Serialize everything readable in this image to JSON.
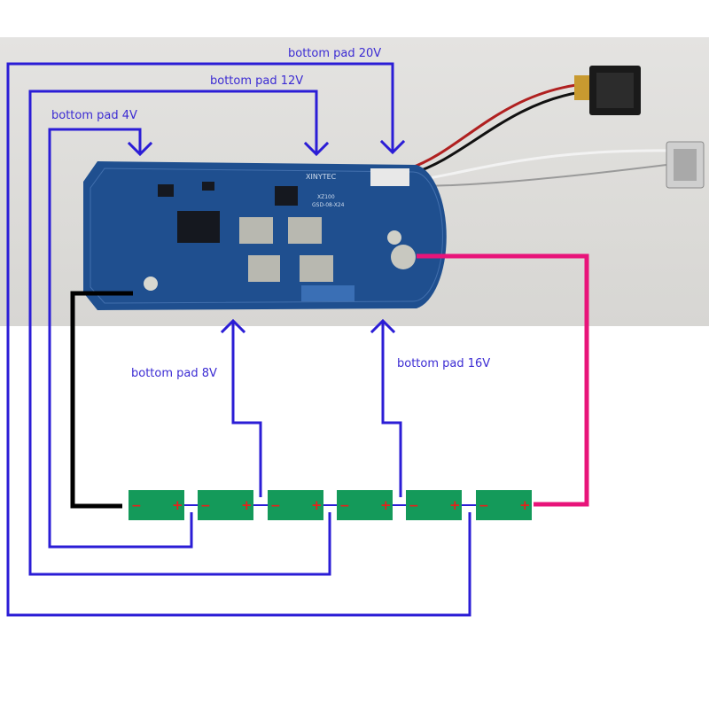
{
  "labels": {
    "pad_20v": "bottom pad 20V",
    "pad_12v": "bottom pad 12V",
    "pad_4v": "bottom pad 4V",
    "pad_8v": "bottom pad 8V",
    "pad_16v": "bottom pad 16V"
  },
  "board": {
    "silk_brand": "XINYTEC",
    "silk_model": "XZ100",
    "silk_code": "GSD-08-X24"
  },
  "cells": {
    "count": 6,
    "minus_symbol": "−",
    "plus_symbol": "+"
  },
  "colors": {
    "wire_blue": "#2b1dd6",
    "wire_black": "#000000",
    "wire_pink": "#e8147a",
    "label_blue": "#3b2bd3",
    "cell_green": "#149a5a",
    "terminal_red": "#e8201a",
    "pcb_blue": "#1f4f8f"
  }
}
